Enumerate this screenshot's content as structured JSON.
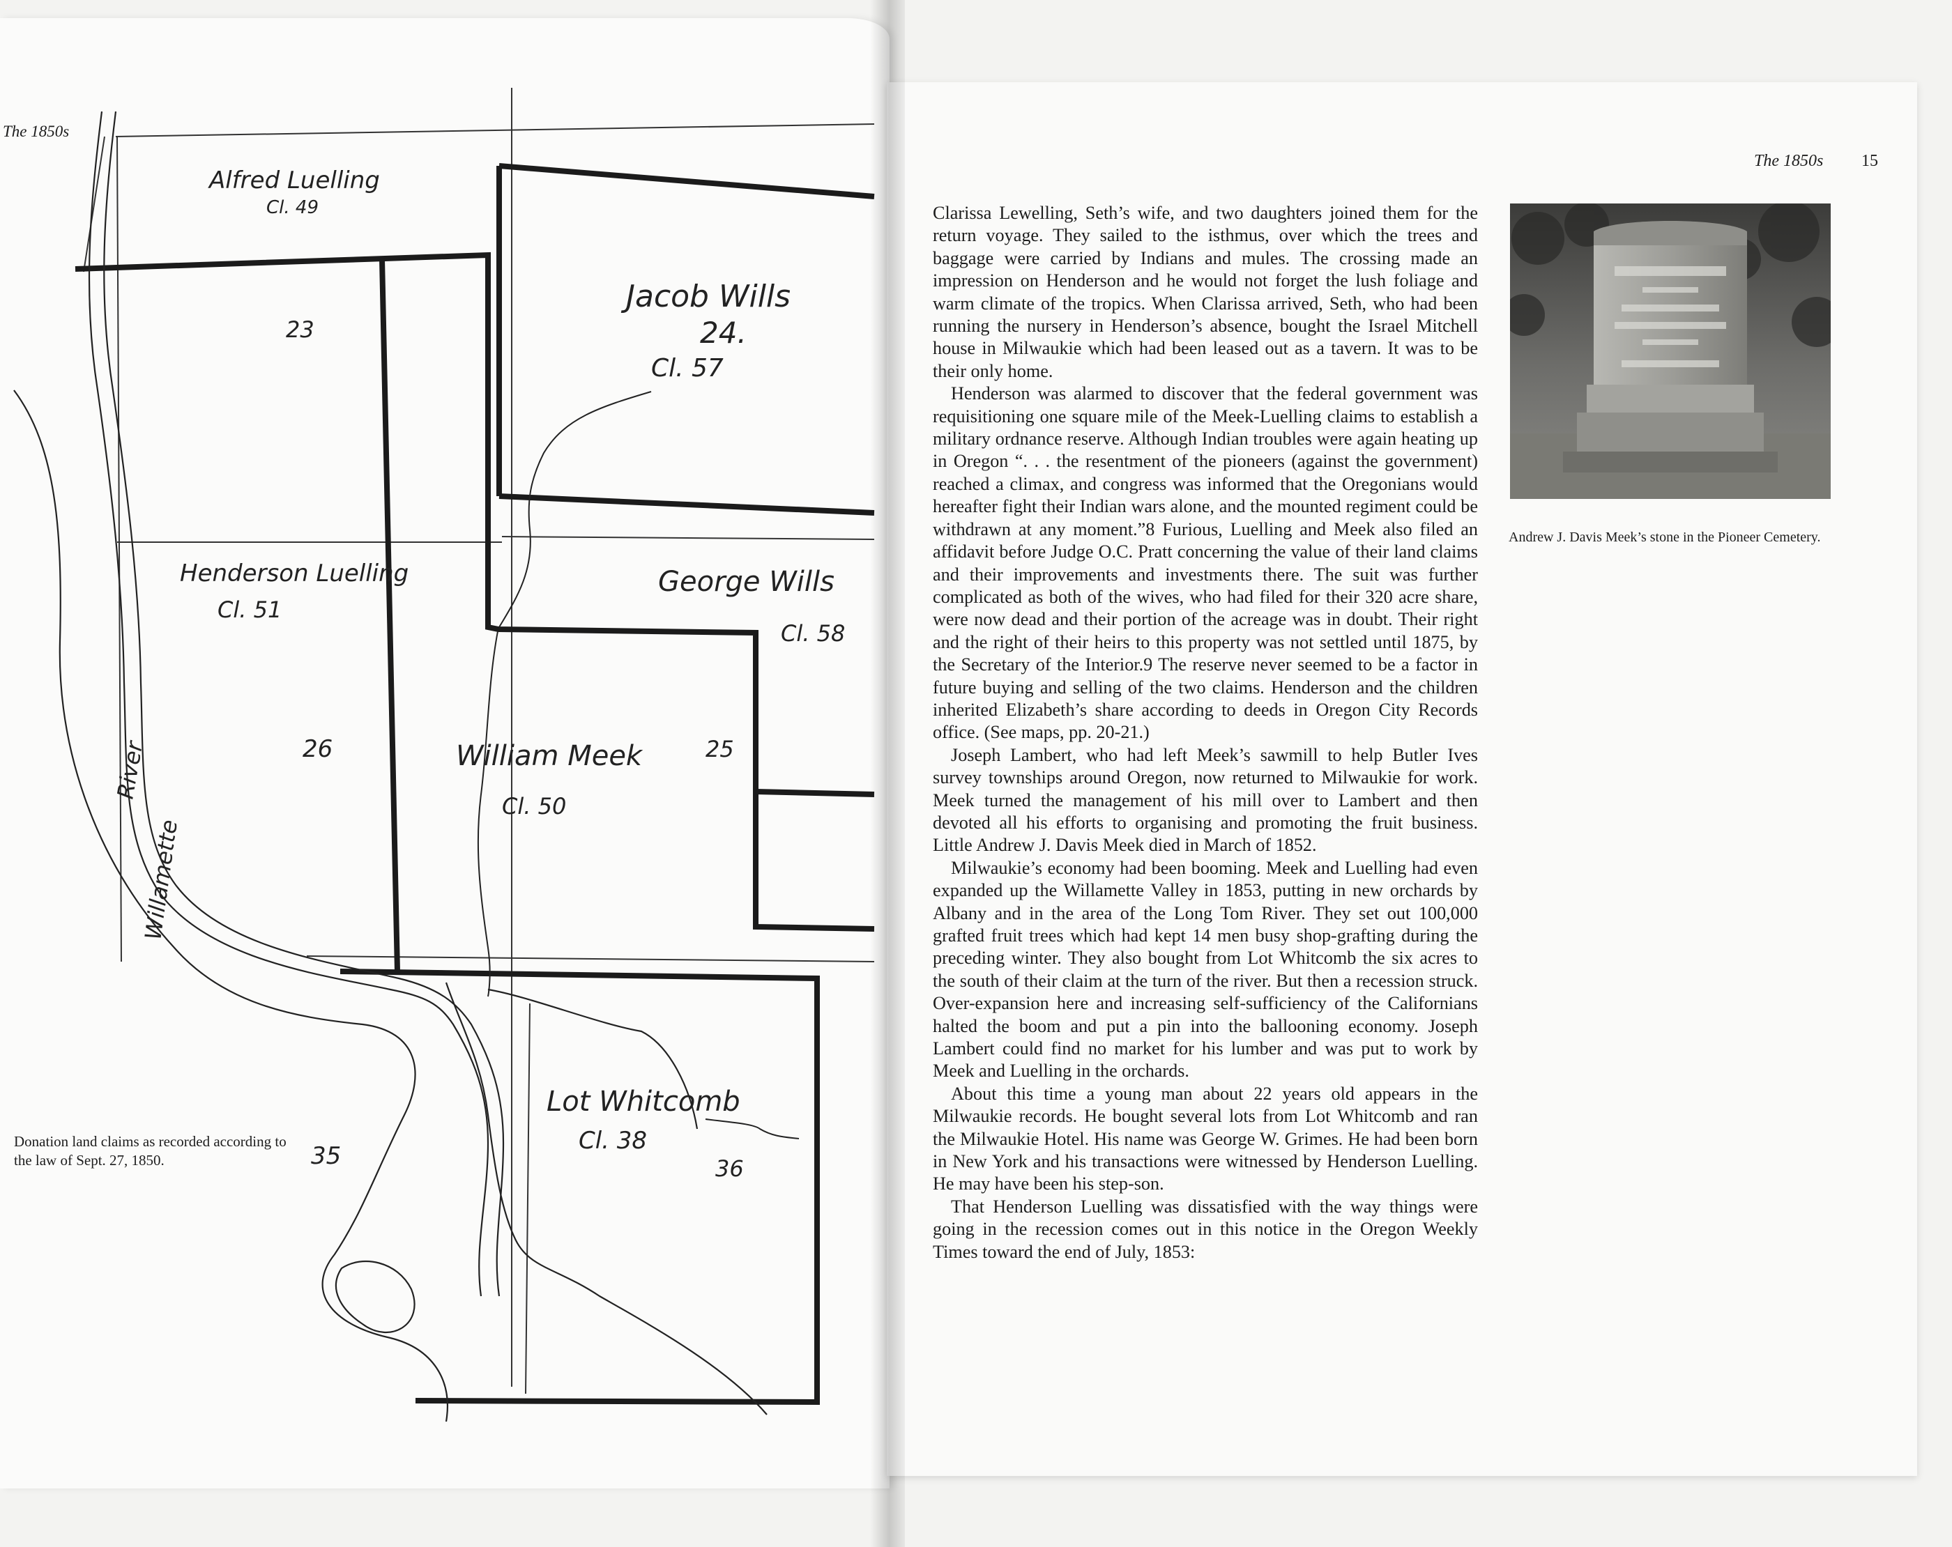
{
  "left_page": {
    "running_head": "The 1850s",
    "map": {
      "claims": [
        {
          "name": "Alfred Luelling",
          "claim": "Cl. 49"
        },
        {
          "name": "Jacob Wills",
          "number": "24.",
          "claim": "Cl. 57"
        },
        {
          "name": "Henderson Luelling",
          "claim": "Cl. 51"
        },
        {
          "name": "George Wills",
          "claim": "Cl. 58"
        },
        {
          "name": "William Meek",
          "claim": "Cl. 50"
        },
        {
          "name": "Lot Whitcomb",
          "claim": "Cl. 38"
        }
      ],
      "section_numbers": [
        "23",
        "26",
        "25",
        "35",
        "36"
      ],
      "river_label_1": "River",
      "river_label_2": "Willamette"
    },
    "caption": "Donation land claims as recorded according to the law of Sept. 27, 1850."
  },
  "right_page": {
    "running_head": "The 1850s",
    "page_number": "15",
    "paragraphs": [
      "Clarissa Lewelling, Seth’s wife, and two daughters joined them for the return voyage. They sailed to the isthmus, over which the trees and baggage were carried by Indians and mules. The crossing made an impression on Henderson and he would not forget the lush foliage and warm climate of the tropics. When Clarissa arrived, Seth, who had been running the nursery in Henderson’s absence, bought the Israel Mitchell house in Milwaukie which had been leased out as a tavern. It was to be their only home.",
      "Henderson was alarmed to discover that the federal government was requisitioning one square mile of the Meek-Luelling claims to establish a military ordnance reserve. Although Indian troubles were again heating up in Oregon “. . . the resentment of the pioneers (against the government) reached a climax, and congress was informed that the Oregonians would hereafter fight their Indian wars alone, and the mounted regiment could be withdrawn at any moment.”8 Furious, Luelling and Meek also filed an affidavit before Judge O.C. Pratt concerning the value of their land claims and their improvements and investments there. The suit was further complicated as both of the wives, who had filed for their 320 acre share, were now dead and their portion of the acreage was in doubt. Their right and the right of their heirs to this property was not settled until 1875, by the Secretary of the Interior.9 The reserve never seemed to be a factor in future buying and selling of the two claims. Henderson and the children inherited Elizabeth’s share according to deeds in Oregon City Records office. (See maps, pp. 20-21.)",
      "Joseph Lambert, who had left Meek’s sawmill to help Butler Ives survey townships around Oregon, now returned to Milwaukie for work. Meek turned the management of his mill over to Lambert and then devoted all his efforts to organising and promoting the fruit business. Little Andrew J. Davis Meek died in March of 1852.",
      "Milwaukie’s economy had been booming. Meek and Luelling had even expanded up the Willamette Valley in 1853, putting in new orchards by Albany and in the area of the Long Tom River. They set out 100,000 grafted fruit trees which had kept 14 men busy shop-grafting during the preceding winter. They also bought from Lot Whitcomb the six acres to the south of their claim at the turn of the river. But then a recession struck. Over-expansion here and increasing self-sufficiency of the Californians halted the boom and put a pin into the ballooning economy. Joseph Lambert could find no market for his lumber and was put to work by Meek and Luelling in the orchards.",
      "About this time a young man about 22 years old appears in the Milwaukie records. He bought several lots from Lot Whitcomb and ran the Milwaukie Hotel. His name was George W. Grimes. He had been born in New York and his transactions were witnessed by Henderson Luelling. He may have been his step-son.",
      "That Henderson Luelling was dissatisfied with the way things were going in the recession comes out in this notice in the Oregon Weekly Times toward the end of July, 1853:"
    ],
    "photo_caption": "Andrew J. Davis Meek’s stone in the Pioneer Cemetery."
  }
}
